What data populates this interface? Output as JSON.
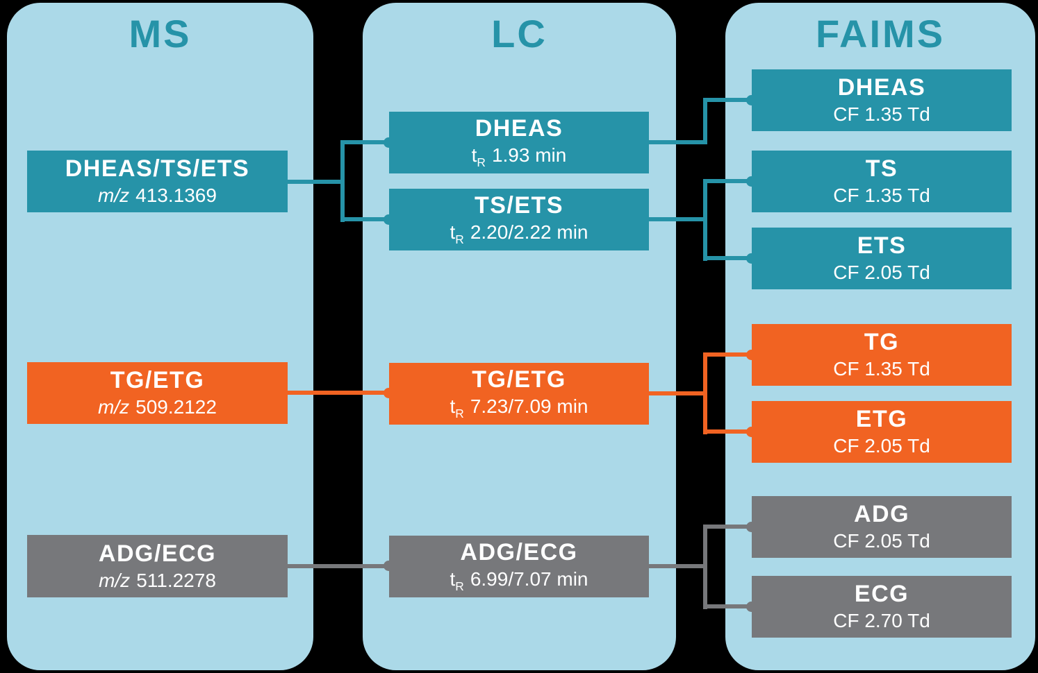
{
  "colors": {
    "background": "#000000",
    "panel": "#ABD9E8",
    "teal": "#2693A8",
    "orange": "#F16322",
    "gray": "#77787B",
    "boxtext": "#FFFFFF",
    "titletext": "#2693A8"
  },
  "columns": {
    "ms": {
      "title": "MS",
      "boxes": [
        {
          "name": "DHEAS/TS/ETS",
          "prefix": "m/z",
          "value": "413.1369"
        },
        {
          "name": "TG/ETG",
          "prefix": "m/z",
          "value": "509.2122"
        },
        {
          "name": "ADG/ECG",
          "prefix": "m/z",
          "value": "511.2278"
        }
      ]
    },
    "lc": {
      "title": "LC",
      "boxes": [
        {
          "name": "DHEAS",
          "prefix_base": "t",
          "prefix_sub": "R",
          "value": "1.93 min"
        },
        {
          "name": "TS/ETS",
          "prefix_base": "t",
          "prefix_sub": "R",
          "value": "2.20/2.22 min"
        },
        {
          "name": "TG/ETG",
          "prefix_base": "t",
          "prefix_sub": "R",
          "value": "7.23/7.09 min"
        },
        {
          "name": "ADG/ECG",
          "prefix_base": "t",
          "prefix_sub": "R",
          "value": "6.99/7.07 min"
        }
      ]
    },
    "faims": {
      "title": "FAIMS",
      "boxes": [
        {
          "name": "DHEAS",
          "value": "CF 1.35 Td"
        },
        {
          "name": "TS",
          "value": "CF 1.35 Td"
        },
        {
          "name": "ETS",
          "value": "CF 2.05 Td"
        },
        {
          "name": "TG",
          "value": "CF 1.35 Td"
        },
        {
          "name": "ETG",
          "value": "CF 2.05 Td"
        },
        {
          "name": "ADG",
          "value": "CF 2.05 Td"
        },
        {
          "name": "ECG",
          "value": "CF 2.70 Td"
        }
      ]
    }
  }
}
